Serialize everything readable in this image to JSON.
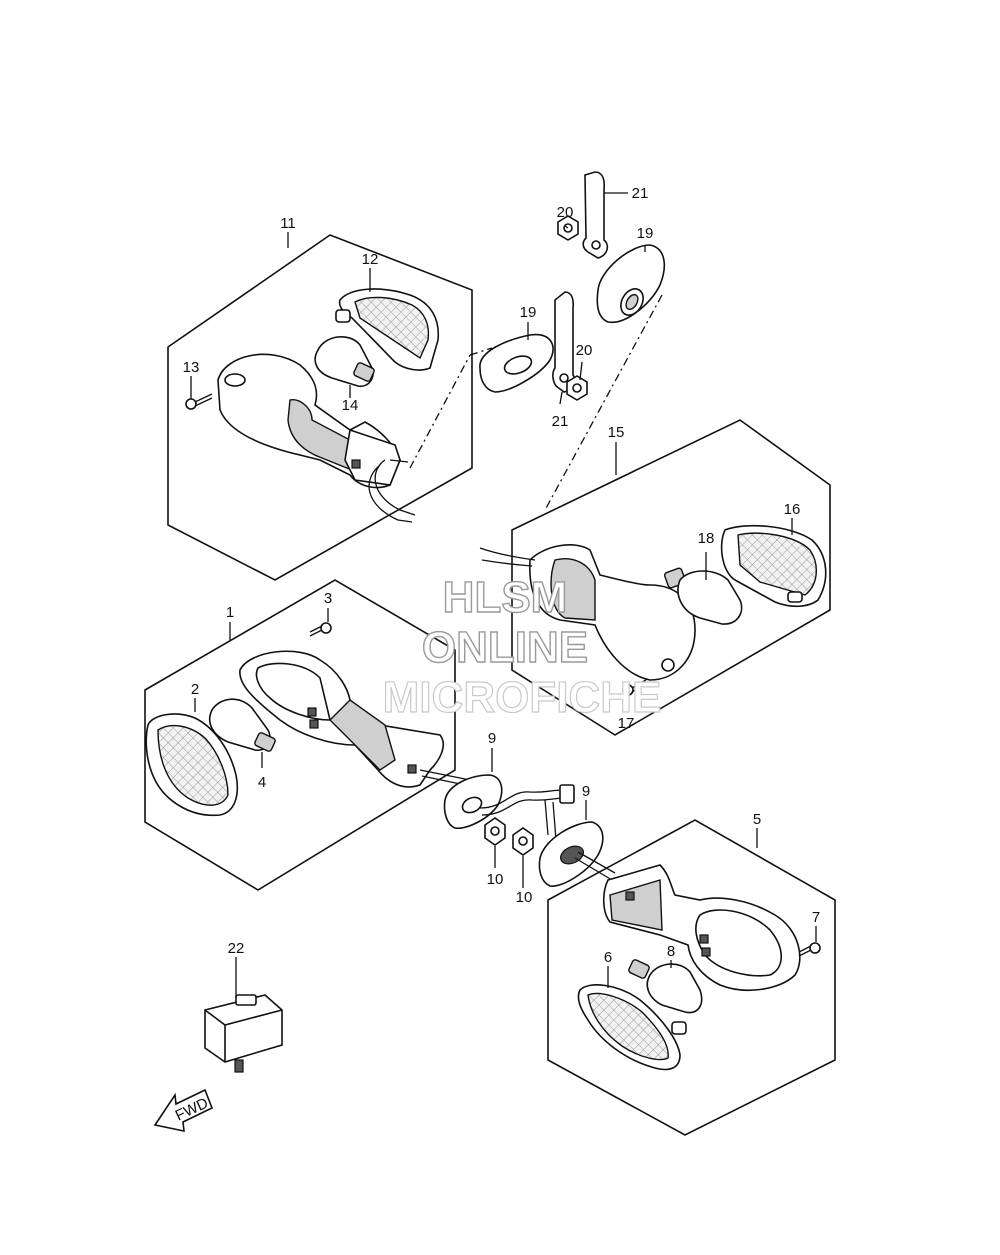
{
  "watermark": {
    "line1": "HLSM",
    "line2": "ONLINE",
    "line3": "MICROFICHE"
  },
  "fwd_arrow": {
    "text": "FWD"
  },
  "callouts": {
    "c1": "1",
    "c2": "2",
    "c3": "3",
    "c4": "4",
    "c5": "5",
    "c6": "6",
    "c7": "7",
    "c8": "8",
    "c9a": "9",
    "c9b": "9",
    "c10a": "10",
    "c10b": "10",
    "c11": "11",
    "c12": "12",
    "c13": "13",
    "c14": "14",
    "c15": "15",
    "c16": "16",
    "c17": "17",
    "c18": "18",
    "c19a": "19",
    "c19b": "19",
    "c20a": "20",
    "c20b": "20",
    "c21a": "21",
    "c21b": "21",
    "c22": "22"
  }
}
